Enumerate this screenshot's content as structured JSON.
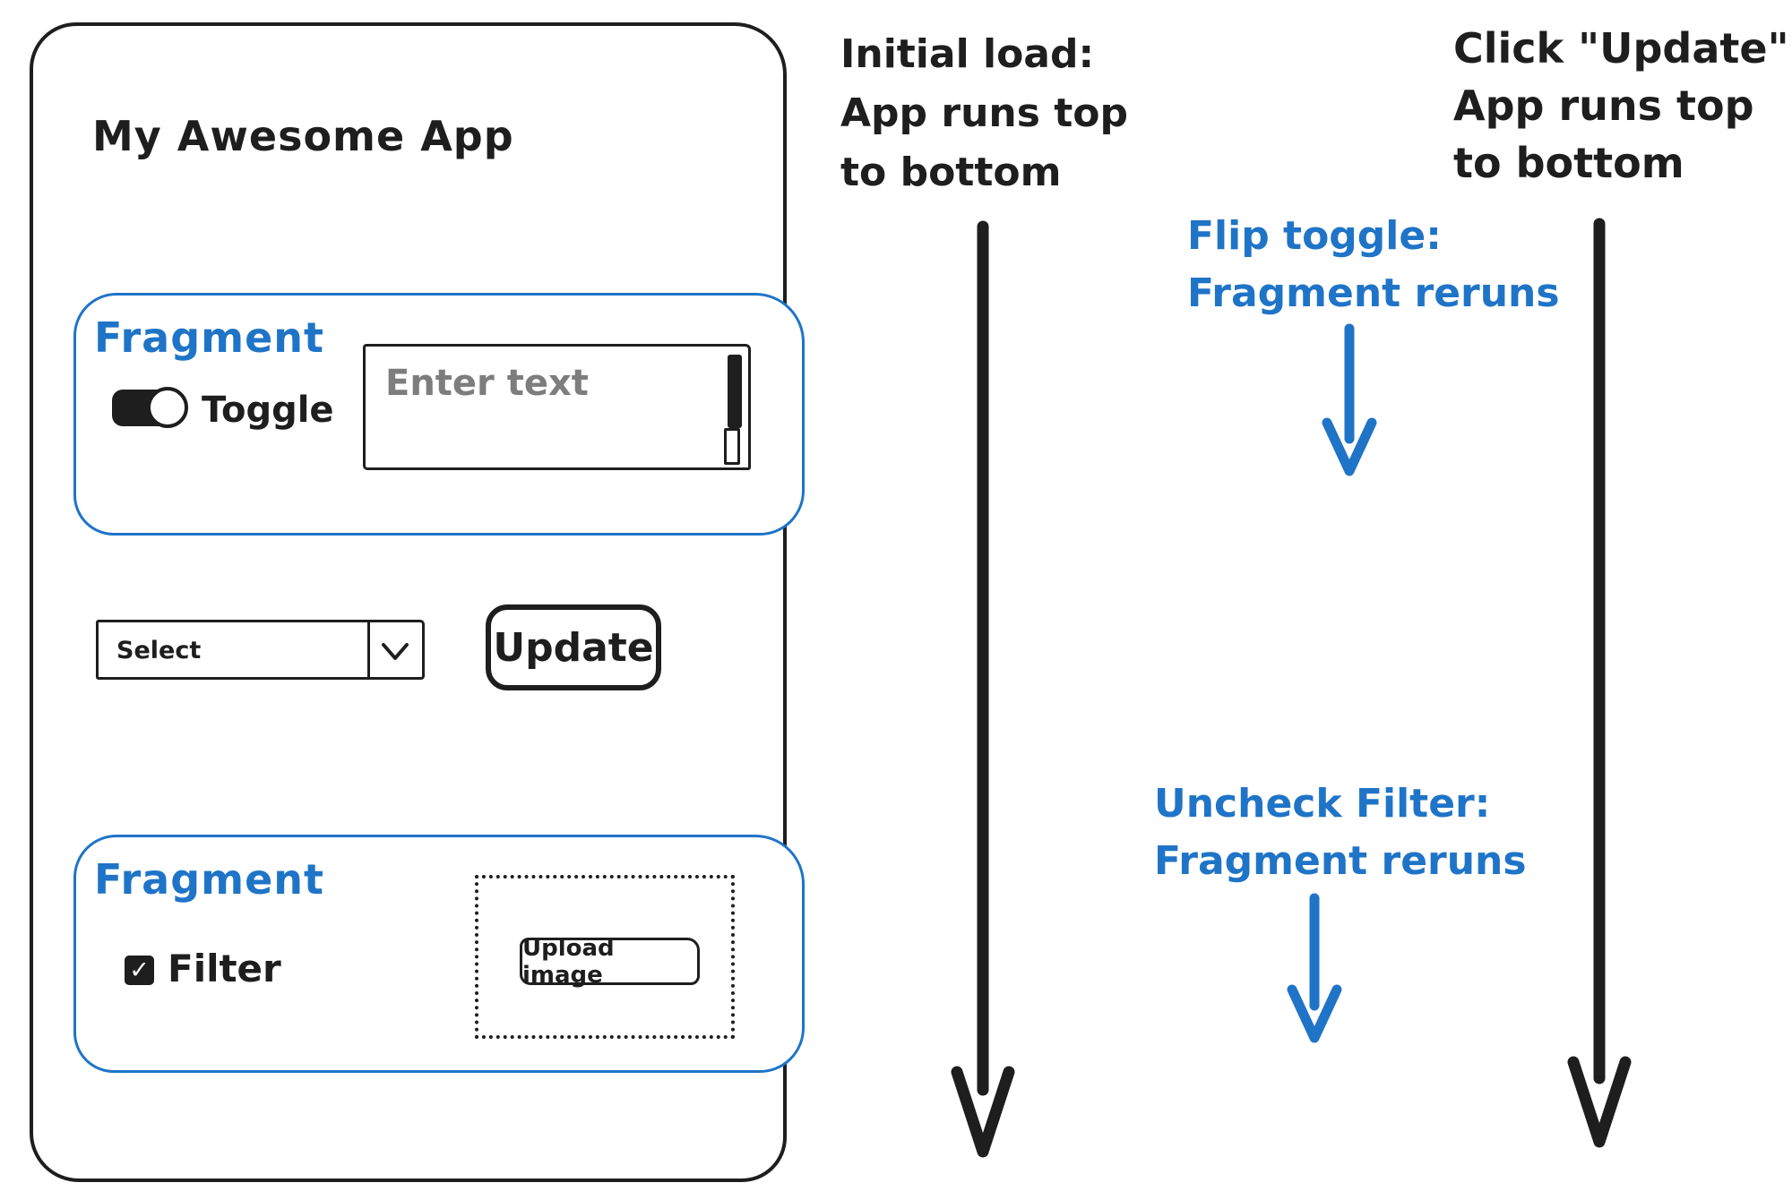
{
  "colors": {
    "ink": "#1e1e1e",
    "accent_blue": "#1f74c7",
    "placeholder_gray": "#7d7d7d",
    "background": "#ffffff"
  },
  "app": {
    "title": "My Awesome App",
    "fragment1": {
      "label": "Fragment",
      "toggle": {
        "label": "Toggle",
        "state": "on"
      },
      "textarea": {
        "placeholder": "Enter text"
      }
    },
    "controls": {
      "select_value": "Select",
      "update_label": "Update"
    },
    "fragment2": {
      "label": "Fragment",
      "checkbox": {
        "label": "Filter",
        "checked": true
      },
      "upload_label": "Upload image"
    }
  },
  "icons": {
    "check": "✓"
  },
  "annotations": {
    "initial_load": {
      "color": "black",
      "lines": [
        "Initial load:",
        "App runs top",
        "to bottom"
      ]
    },
    "click_update": {
      "color": "black",
      "lines": [
        "Click \"Update\":",
        "App runs top",
        "to bottom"
      ]
    },
    "flip_toggle": {
      "color": "blue",
      "lines": [
        "Flip toggle:",
        "Fragment reruns"
      ]
    },
    "uncheck_filter": {
      "color": "blue",
      "lines": [
        "Uncheck Filter:",
        "Fragment reruns"
      ]
    }
  }
}
